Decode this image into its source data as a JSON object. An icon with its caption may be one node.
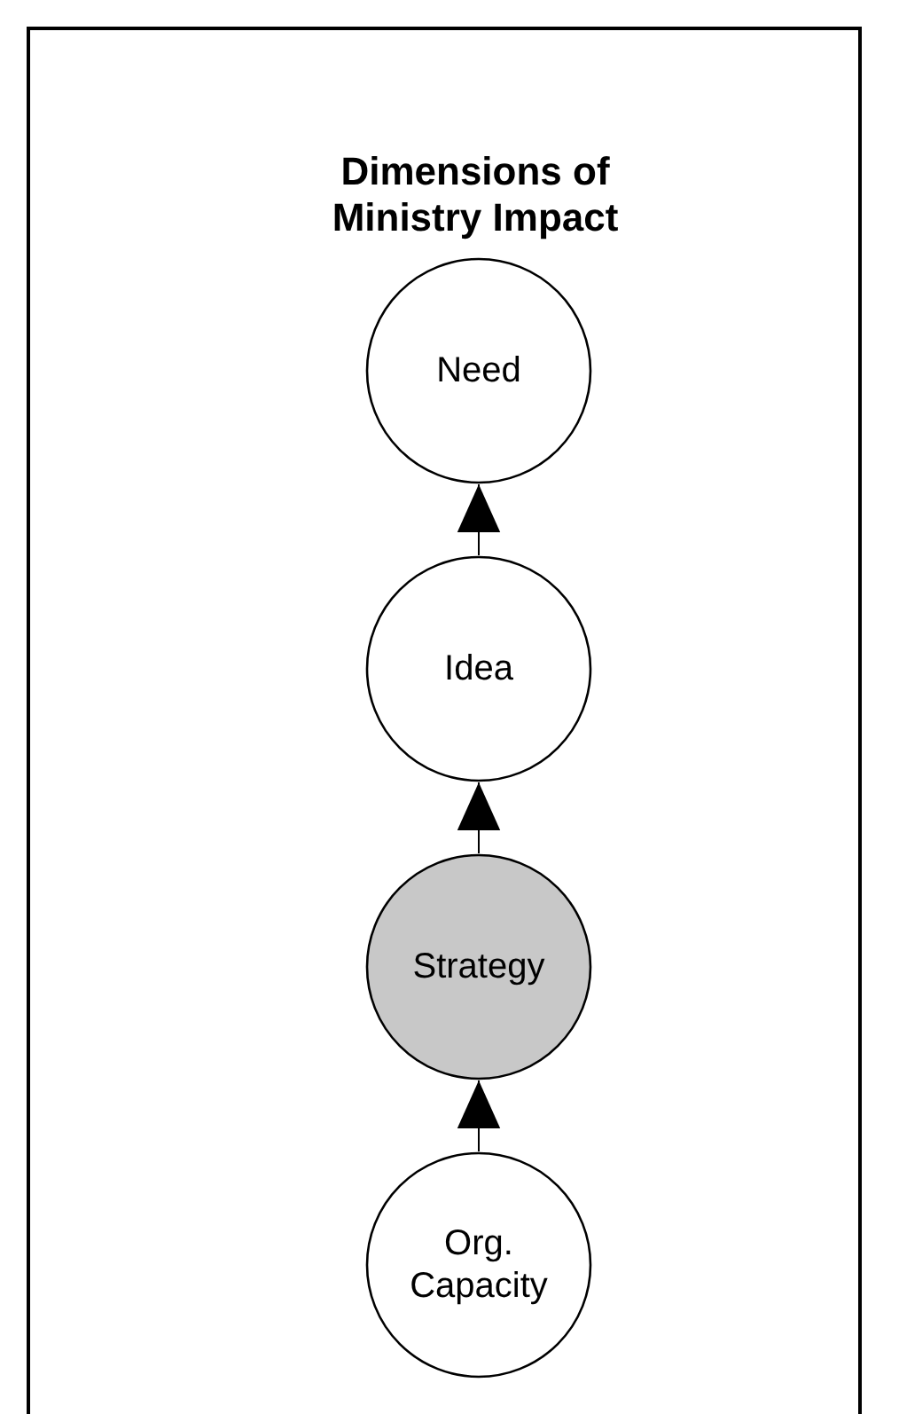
{
  "diagram": {
    "title": "Dimensions of Ministry Impact",
    "nodes": [
      {
        "text": [
          "Need"
        ]
      },
      {
        "text": [
          "Idea"
        ]
      },
      {
        "text": [
          "Strategy"
        ]
      },
      {
        "text": [
          "Org. Capacity"
        ]
      }
    ],
    "edges": [
      {
        "from": 1,
        "to": 0,
        "arrow": "to"
      },
      {
        "from": 2,
        "to": 1,
        "arrow": "to"
      },
      {
        "from": 3,
        "to": 2,
        "arrow": "to"
      }
    ]
  }
}
